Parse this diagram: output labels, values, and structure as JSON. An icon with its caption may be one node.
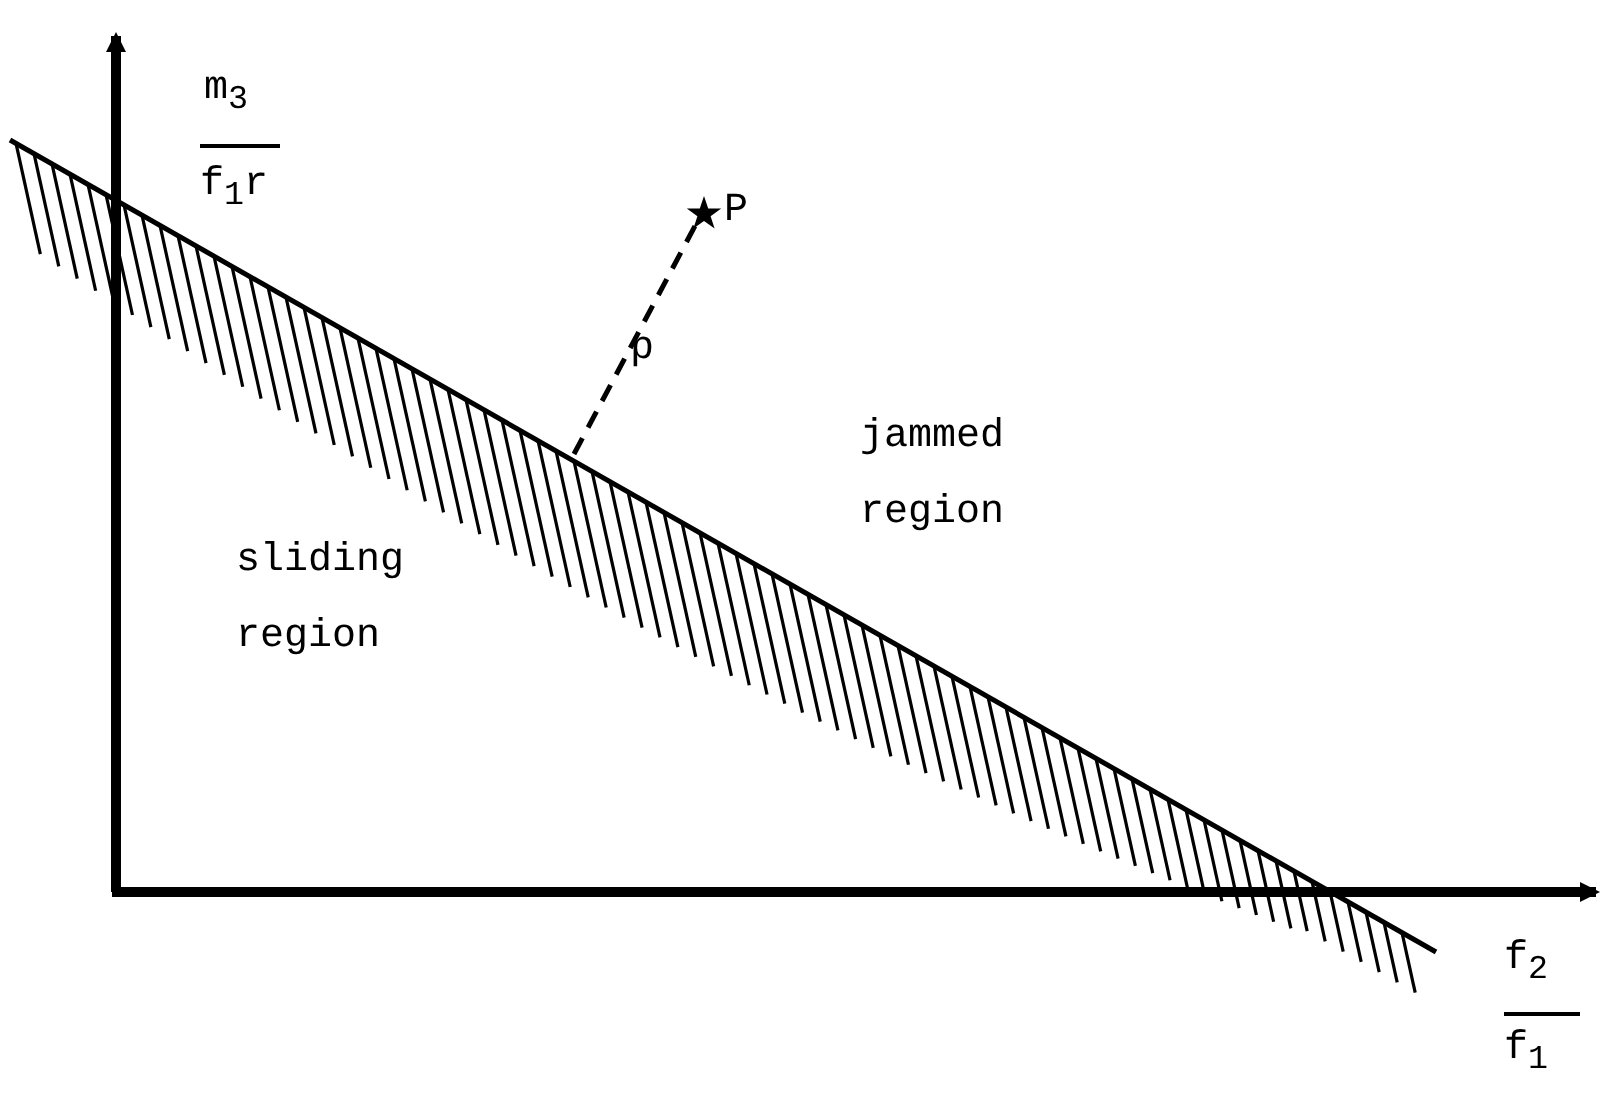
{
  "diagram": {
    "labels": [
      "m$_{3}$",
      "f$_{1}$r",
      "P",
      "p",
      "jammed region",
      "sliding region",
      "f$_{2}$",
      "f$_{1}$"
    ]
  }
}
